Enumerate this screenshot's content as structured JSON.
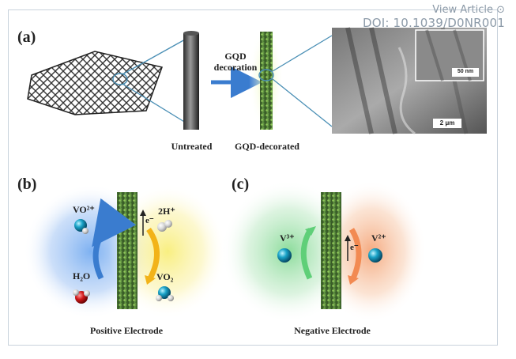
{
  "overlay": {
    "view_article": "View Article ⊙",
    "doi": "DOI: 10.1039/D0NR001"
  },
  "panel_a": {
    "label": "(a)",
    "arrow_text": "GQD\ndecoration",
    "untreated": "Untreated",
    "decorated": "GQD-decorated",
    "scale_inset": "50 nm",
    "scale_main": "2 μm"
  },
  "panel_b": {
    "label": "(b)",
    "ion_top_left": "VO²⁺",
    "ion_top_right": "2H⁺",
    "ion_bottom_left": "H₂O",
    "ion_bottom_right": "VO₂",
    "electron": "e⁻",
    "caption": "Positive Electrode"
  },
  "panel_c": {
    "label": "(c)",
    "ion_left": "V³⁺",
    "ion_right": "V²⁺",
    "electron": "e⁻",
    "caption": "Negative Electrode"
  }
}
